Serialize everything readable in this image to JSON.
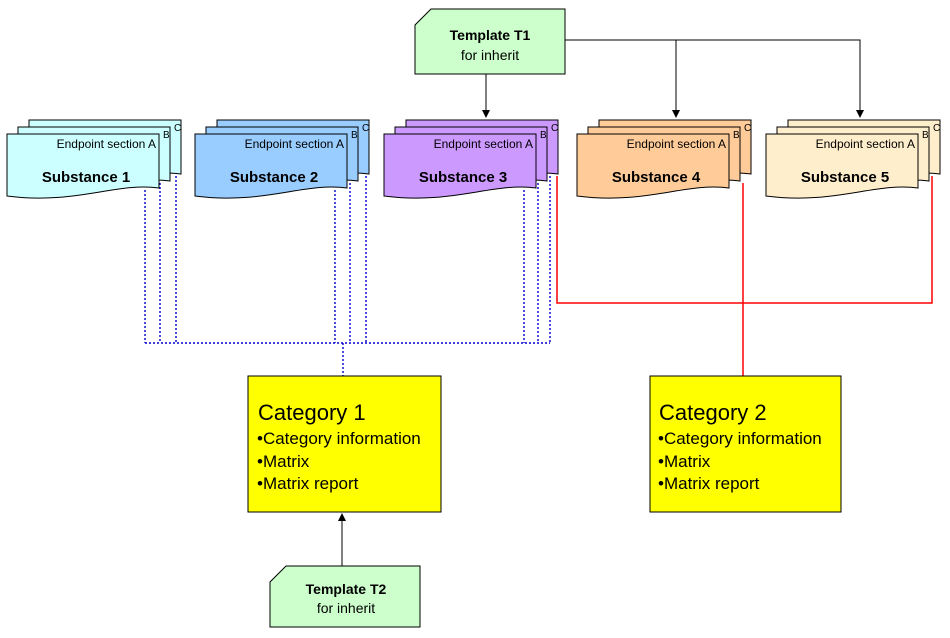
{
  "templates": {
    "t1": {
      "title": "Template T1",
      "subtitle": "for inherit",
      "fill": "#ccffcc"
    },
    "t2": {
      "title": "Template T2",
      "subtitle": "for inherit",
      "fill": "#ccffcc"
    }
  },
  "page_letters": {
    "b": "B",
    "c": "C"
  },
  "substances": [
    {
      "name": "Substance 1",
      "section": "Endpoint section A",
      "color": "#ccffff"
    },
    {
      "name": "Substance 2",
      "section": "Endpoint section A",
      "color": "#99ccff"
    },
    {
      "name": "Substance 3",
      "section": "Endpoint section A",
      "color": "#cc99ff"
    },
    {
      "name": "Substance 4",
      "section": "Endpoint section A",
      "color": "#ffcc99"
    },
    {
      "name": "Substance 5",
      "section": "Endpoint section A",
      "color": "#ffeecc"
    }
  ],
  "categories": [
    {
      "title": "Category 1",
      "items": [
        "•Category information",
        "•Matrix",
        "•Matrix report"
      ],
      "color": "#ffff00"
    },
    {
      "title": "Category 2",
      "items": [
        "•Category information",
        "•Matrix",
        "•Matrix report"
      ],
      "color": "#ffff00"
    }
  ],
  "links": {
    "category1_color": "#0000cc",
    "category2_color": "#ff0000",
    "template_color": "#000000"
  }
}
